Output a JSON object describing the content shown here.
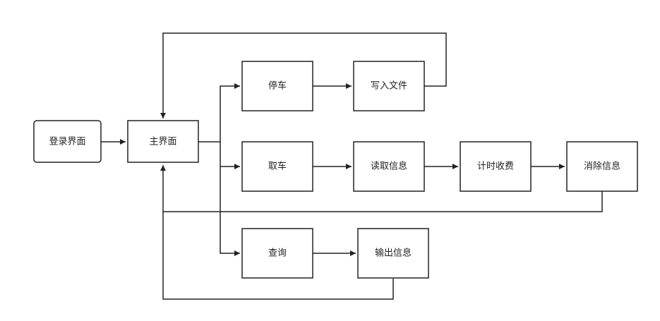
{
  "nodes": {
    "login": "登录界面",
    "main": "主界面",
    "park": "停车",
    "write_file": "写入文件",
    "retrieve": "取车",
    "read_info": "读取信息",
    "timing_fee": "计时收费",
    "delete_info": "消除信息",
    "query": "查询",
    "output_info": "输出信息"
  },
  "colors": {
    "stroke": "#222222",
    "fill": "#ffffff"
  }
}
